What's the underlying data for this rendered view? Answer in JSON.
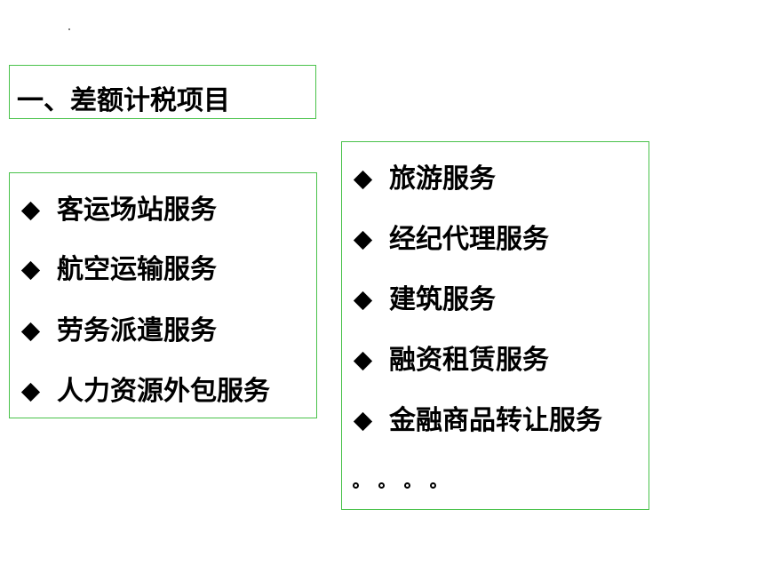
{
  "title": "一、差额计税项目",
  "left_items": [
    "客运场站服务",
    "航空运输服务",
    "劳务派遣服务",
    "人力资源外包服务"
  ],
  "right_items": [
    "旅游服务",
    "经纪代理服务",
    "建筑服务",
    "融资租赁服务",
    "金融商品转让服务"
  ],
  "ellipsis": "。。。。",
  "colors": {
    "box_border": "#49c24a",
    "text": "#000000"
  },
  "icons": {
    "bullet": "diamond-bullet-icon"
  }
}
